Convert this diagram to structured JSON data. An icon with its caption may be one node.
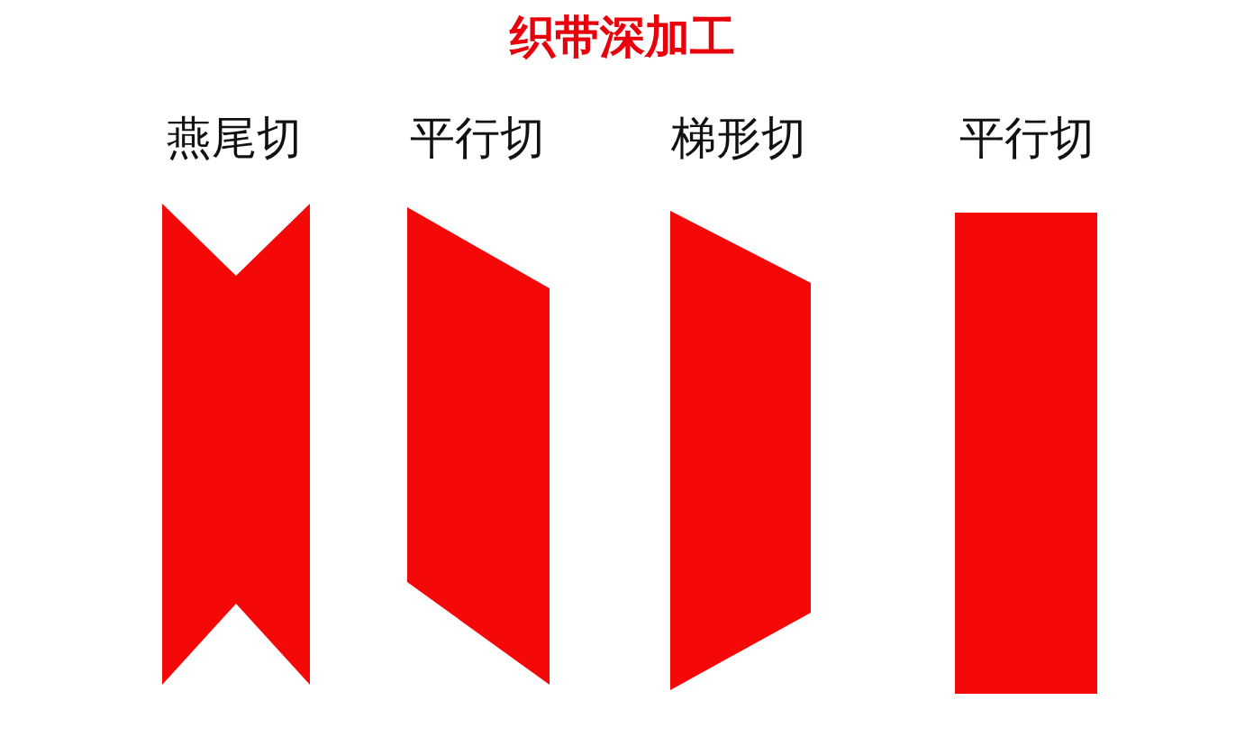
{
  "diagram": {
    "title": "织带深加工",
    "nodes": [
      {
        "text": [
          "燕尾切"
        ]
      },
      {
        "text": [
          "平行切"
        ]
      },
      {
        "text": [
          "梯形切"
        ]
      },
      {
        "text": [
          "平行切"
        ]
      }
    ]
  }
}
